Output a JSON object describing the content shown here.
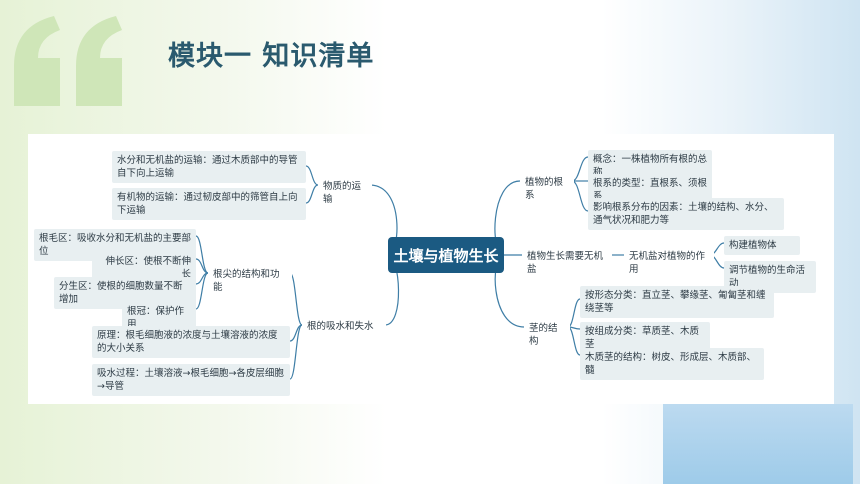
{
  "title": "模块一  知识清单",
  "center": "土壤与植物生长",
  "left": {
    "transport": {
      "label": "物质的运输",
      "items": [
        "水分和无机盐的运输：通过木质部中的导管自下向上运输",
        "有机物的运输：通过韧皮部中的筛管自上向下运输"
      ]
    },
    "absorb": {
      "label": "根的吸水和失水",
      "tip": {
        "label": "根尖的结构和功能",
        "items": [
          "根毛区：吸收水分和无机盐的主要部位",
          "伸长区：使根不断伸长",
          "分生区：使根的细胞数量不断增加",
          "根冠：保护作用"
        ]
      },
      "items": [
        "原理：根毛细胞液的浓度与土壤溶液的浓度的大小关系",
        "吸水过程：土壤溶液→根毛细胞→各皮层细胞→导管"
      ]
    }
  },
  "right": {
    "roots": {
      "label": "植物的根系",
      "items": [
        "概念：一株植物所有根的总称",
        "根系的类型：直根系、须根系",
        "影响根系分布的因素：土壤的结构、水分、通气状况和肥力等"
      ]
    },
    "salt": {
      "label": "植物生长需要无机盐",
      "effect": {
        "label": "无机盐对植物的作用",
        "items": [
          "构建植物体",
          "调节植物的生命活动"
        ]
      }
    },
    "stem": {
      "label": "茎的结构",
      "items": [
        "按形态分类：直立茎、攀缘茎、匍匐茎和缠绕茎等",
        "按组成分类：草质茎、木质茎",
        "木质茎的结构：树皮、形成层、木质部、髓"
      ]
    }
  }
}
